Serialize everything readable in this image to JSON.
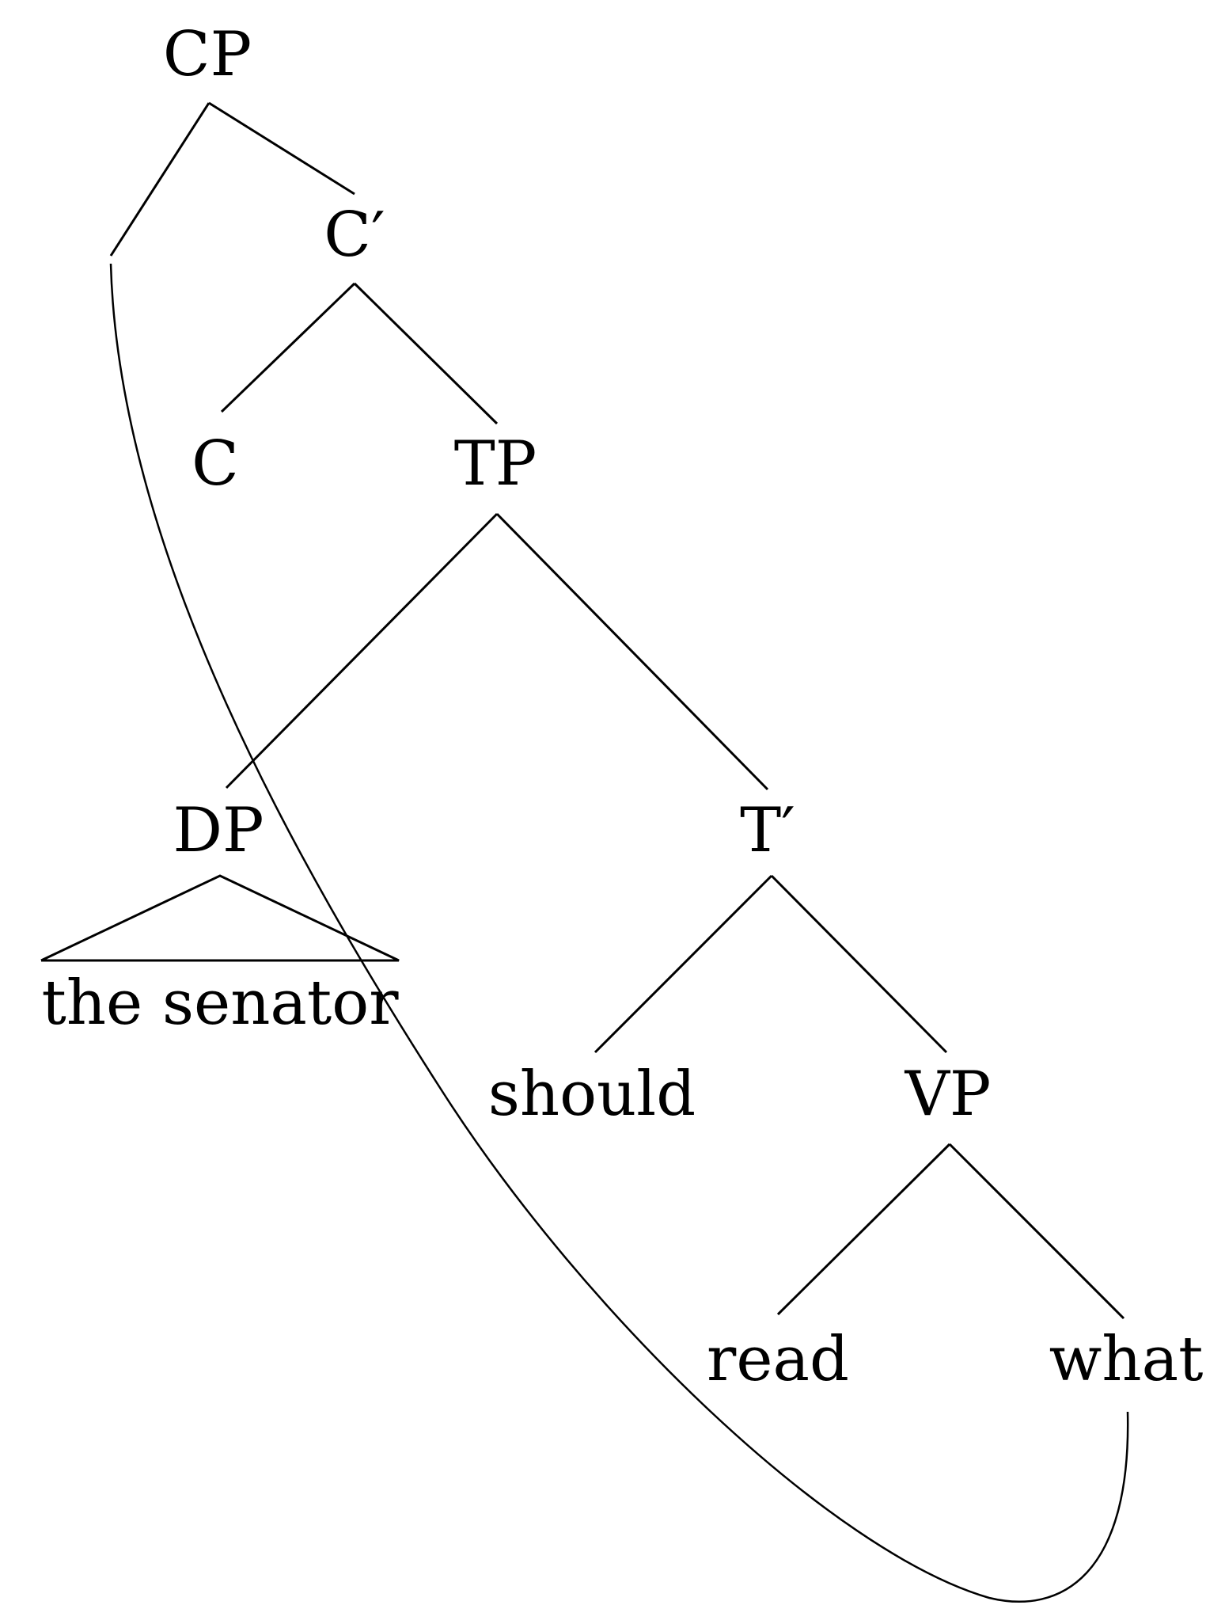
{
  "nodes": {
    "cp": "CP",
    "c_bar": "C′",
    "c": "C",
    "tp": "TP",
    "dp": "DP",
    "t_bar": "T′",
    "the_senator": "the senator",
    "should": "should",
    "vp": "VP",
    "read": "read",
    "what": "what"
  },
  "colors": {
    "ink": "#000000",
    "background": "#ffffff"
  }
}
